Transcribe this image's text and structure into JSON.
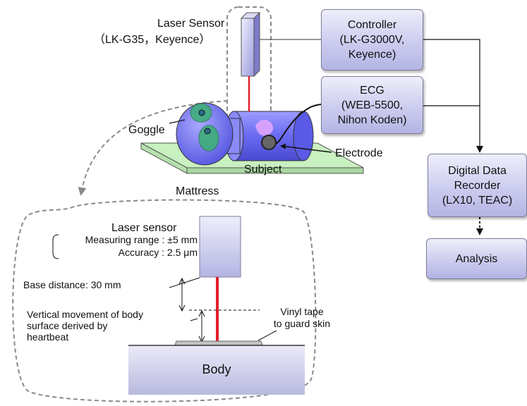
{
  "top": {
    "laser_sensor_title": "Laser Sensor",
    "laser_sensor_model": "（LK-G35，Keyence）",
    "goggle": "Goggle",
    "subject": "Subject",
    "electrode": "Electrode",
    "mattress": "Mattress"
  },
  "boxes": {
    "controller": "Controller\n(LK-G3000V,\nKeyence)",
    "ecg": "ECG\n(WEB-5500,\nNihon Koden)",
    "recorder": "Digital Data\nRecorder\n(LX10, TEAC)",
    "analysis": "Analysis"
  },
  "detail": {
    "laser_sensor": "Laser sensor",
    "measuring_range": "Measuring range : ±5 mm",
    "accuracy": "Accuracy : 2.5 μm",
    "base_distance": "Base distance: 30 mm",
    "vertical_movement": "Vertical movement of body\nsurface derived by\nheartbeat",
    "vinyl_tape": "Vinyl tape\nto guard skin",
    "body": "Body"
  },
  "colors": {
    "laser_beam": "#e0202a",
    "box_fill": "#ccccef",
    "subject_body": "#6c6cf0",
    "goggle": "#3fae7a",
    "mattress": "#c8f0c0"
  }
}
